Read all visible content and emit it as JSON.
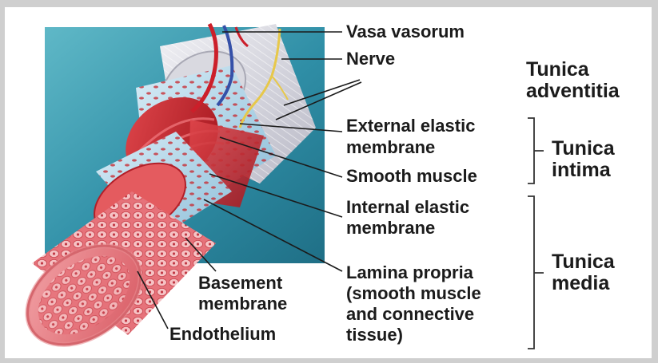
{
  "labels": {
    "vasa_vasorum": "Vasa vasorum",
    "nerve": "Nerve",
    "tunica_adventitia_line1": "Tunica",
    "tunica_adventitia_line2": "adventitia",
    "external_elastic_line1": "External elastic",
    "external_elastic_line2": "membrane",
    "smooth_muscle": "Smooth muscle",
    "internal_elastic_line1": "Internal elastic",
    "internal_elastic_line2": "membrane",
    "lamina_line1": "Lamina propria",
    "lamina_line2": "(smooth muscle",
    "lamina_line3": "and connective",
    "lamina_line4": "tissue)",
    "basement_line1": "Basement",
    "basement_line2": "membrane",
    "endothelium": "Endothelium",
    "tunica_intima_line1": "Tunica",
    "tunica_intima_line2": "intima",
    "tunica_media_line1": "Tunica",
    "tunica_media_line2": "media"
  },
  "colors": {
    "background_panel": "#2a7f95",
    "adventitia": "#e4e4ea",
    "elastic_membrane": "#b7d9ec",
    "smooth_muscle": "#c8242b",
    "endothelium": "#e8676f",
    "vessel_red": "#cc1f2a",
    "vessel_blue": "#3550a8",
    "nerve_yellow": "#e7c84a",
    "label_text": "#1b1b1b",
    "frame": "#cfcfcf"
  }
}
